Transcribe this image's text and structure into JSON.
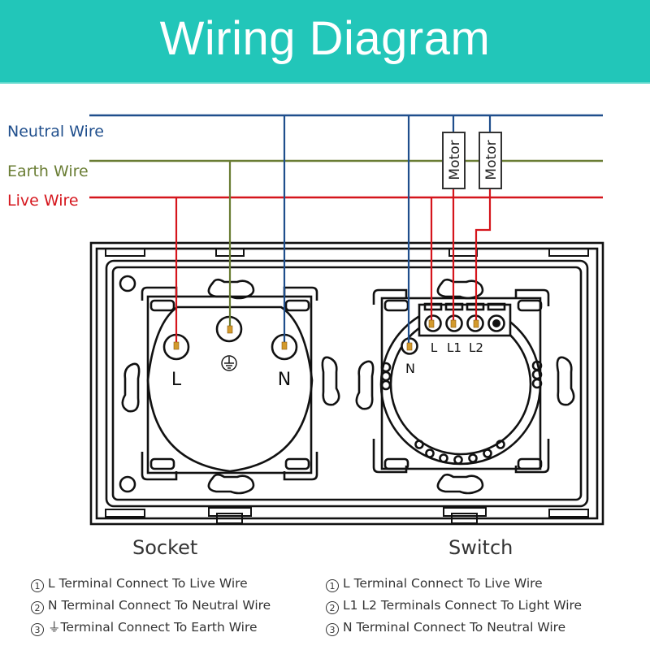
{
  "header": {
    "title": "Wiring Diagram",
    "background": "#22c6b9"
  },
  "wires": {
    "neutral": {
      "label": "Neutral Wire",
      "color": "#1f4e8c"
    },
    "earth": {
      "label": "Earth Wire",
      "color": "#6a7d34"
    },
    "live": {
      "label": "Live Wire",
      "color": "#d5151c"
    }
  },
  "loads": [
    {
      "label": "Motor"
    },
    {
      "label": "Motor"
    }
  ],
  "socket": {
    "title": "Socket",
    "terminals": {
      "live": "L",
      "neutral": "N",
      "earth": "earth-symbol"
    },
    "notes": [
      {
        "num": "1",
        "text": "L Terminal Connect To Live Wire"
      },
      {
        "num": "2",
        "text": "N Terminal Connect To Neutral Wire"
      },
      {
        "num": "3",
        "symbol": "⏚",
        "text": "Terminal Connect To Earth Wire"
      }
    ]
  },
  "switch": {
    "title": "Switch",
    "terminals": {
      "live": "L",
      "l1": "L1",
      "l2": "L2",
      "neutral": "N"
    },
    "notes": [
      {
        "num": "1",
        "text": "L Terminal Connect To Live Wire"
      },
      {
        "num": "2",
        "text": "L1 L2 Terminals Connect To Light Wire"
      },
      {
        "num": "3",
        "text": "N Terminal Connect To Neutral Wire"
      }
    ]
  }
}
